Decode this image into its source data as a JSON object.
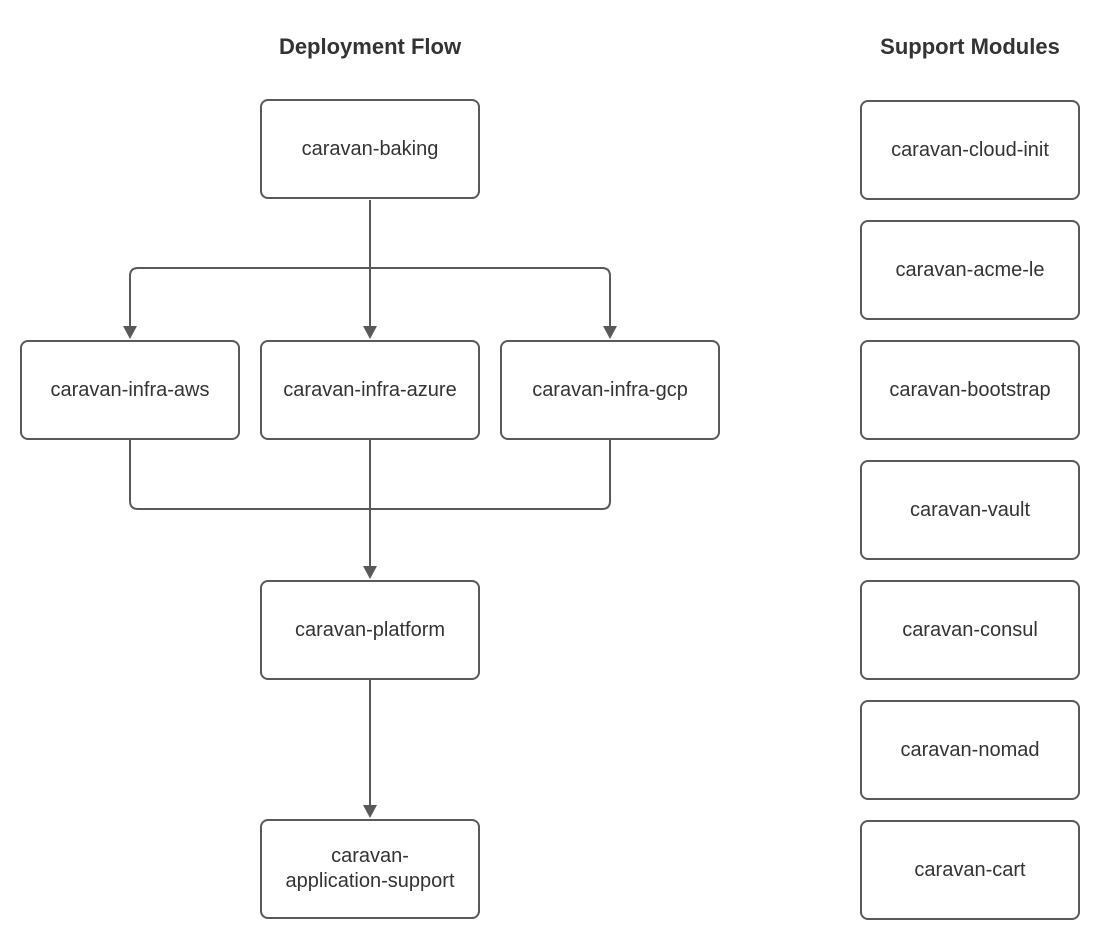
{
  "titles": {
    "flow": "Deployment Flow",
    "support": "Support Modules"
  },
  "flow": {
    "nodes": [
      {
        "id": "caravan-baking",
        "label": "caravan-baking"
      },
      {
        "id": "caravan-infra-aws",
        "label": "caravan-infra-aws"
      },
      {
        "id": "caravan-infra-azure",
        "label": "caravan-infra-azure"
      },
      {
        "id": "caravan-infra-gcp",
        "label": "caravan-infra-gcp"
      },
      {
        "id": "caravan-platform",
        "label": "caravan-platform"
      },
      {
        "id": "caravan-application-support",
        "label": "caravan-\napplication-support"
      }
    ],
    "edges": [
      {
        "from": "caravan-baking",
        "to": "caravan-infra-aws"
      },
      {
        "from": "caravan-baking",
        "to": "caravan-infra-azure"
      },
      {
        "from": "caravan-baking",
        "to": "caravan-infra-gcp"
      },
      {
        "from": "caravan-infra-aws",
        "to": "caravan-platform"
      },
      {
        "from": "caravan-infra-azure",
        "to": "caravan-platform"
      },
      {
        "from": "caravan-infra-gcp",
        "to": "caravan-platform"
      },
      {
        "from": "caravan-platform",
        "to": "caravan-application-support"
      }
    ]
  },
  "support": {
    "modules": [
      "caravan-cloud-init",
      "caravan-acme-le",
      "caravan-bootstrap",
      "caravan-vault",
      "caravan-consul",
      "caravan-nomad",
      "caravan-cart"
    ]
  },
  "colors": {
    "background": "#ffffff",
    "node_fill": "#ffffff",
    "node_border": "#595959",
    "connector": "#595959",
    "text": "#333333"
  }
}
